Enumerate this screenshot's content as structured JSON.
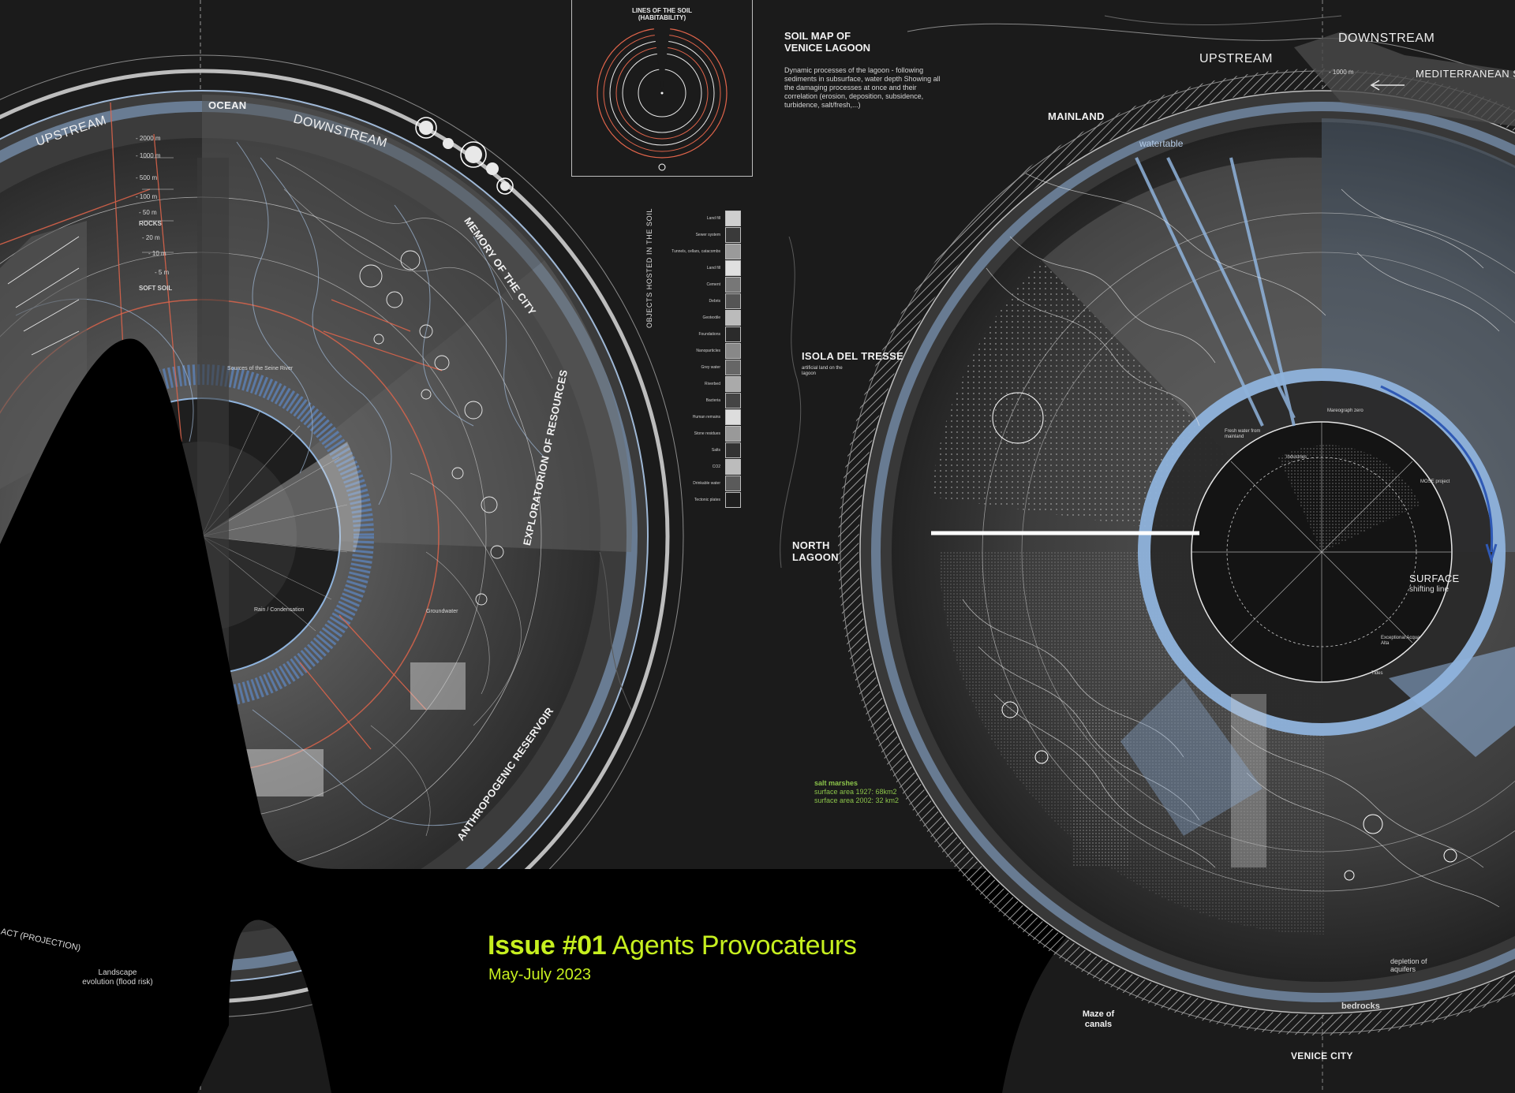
{
  "issue": {
    "number": "Issue #01",
    "title": "Agents Provocateurs",
    "date": "May-July 2023"
  },
  "colors": {
    "background": "#1b1b1b",
    "accent": "#c6ef1f",
    "diagram_blue": "#8fb3dc",
    "diagram_red": "#e2654b",
    "salt_text": "#8bc34a"
  },
  "left_diagram": {
    "directions": [
      "UPSTREAM",
      "DOWNSTREAM"
    ],
    "arc_labels": [
      "MEMORY OF THE CITY",
      "EXPLORATORION OF RESOURCES",
      "ANTHROPOGENIC RESERVOIR",
      "ACT (PROJECTION)"
    ],
    "top_label": "OCEAN",
    "depth_marks": [
      "- 2000 m",
      "- 1000 m",
      "- 500 m",
      "- 100 m",
      "- 50 m",
      "- 20 m",
      "- 10 m",
      "- 5 m"
    ],
    "strata": [
      "ROCKS",
      "SOFT SOIL"
    ],
    "small_notes": [
      "Landscape evolution (flood risk)",
      "Rain / Condensation",
      "Groundwater",
      "Sources of the Seine River"
    ]
  },
  "center": {
    "soil_map_title_line1": "SOIL MAP OF",
    "soil_map_title_line2": "VENICE LAGOON",
    "soil_map_description": "Dynamic processes of the lagoon - following sediments in subsurface, water depth Showing all the damaging processes at once and their correlation (erosion, deposition, subsidence, turbidence, salt/fresh,...)",
    "inset_title_line1": "LINES OF THE SOIL",
    "inset_title_line2": "(HABITABILITY)",
    "legend_heading": "OBJECTS HOSTED IN THE SOIL",
    "legend_items": [
      "Land fill",
      "Sewer system",
      "Tunnels, cellars, catacombs",
      "Land fill",
      "Cement",
      "Debris",
      "Geotextile",
      "Foundations",
      "Nanoparticles",
      "Grey water",
      "Riverbed",
      "Bacteria",
      "Human remains",
      "Stone residues",
      "Salts",
      "CO2",
      "Drinkable water",
      "Tectonic plates"
    ],
    "place_labels": [
      "MAINLAND",
      "ISOLA DEL TRESSE",
      "NORTH LAGOON"
    ],
    "isola_note": "artificial land on the lagoon",
    "salt_title": "salt marshes",
    "salt_lines": [
      "surface area 1927: 68km2",
      "surface area 2002: 32 km2"
    ]
  },
  "right_diagram": {
    "directions": [
      "UPSTREAM",
      "DOWNSTREAM"
    ],
    "sea_label": "MEDITERRANEAN SEA",
    "depth_mark": "- 1000 m",
    "watertable": "watertable",
    "surface_label": "SURFACE",
    "surface_sub": "shifting line",
    "bottom_labels": [
      "Maze of canals",
      "VENICE CITY",
      "bedrocks",
      "depletion of aquifers"
    ],
    "inner_notes": [
      "Mareograph zero",
      "MOSE project",
      "Tides",
      "Exceptional Acqua Alta",
      "Industries",
      "Fresh water from mainland"
    ]
  }
}
